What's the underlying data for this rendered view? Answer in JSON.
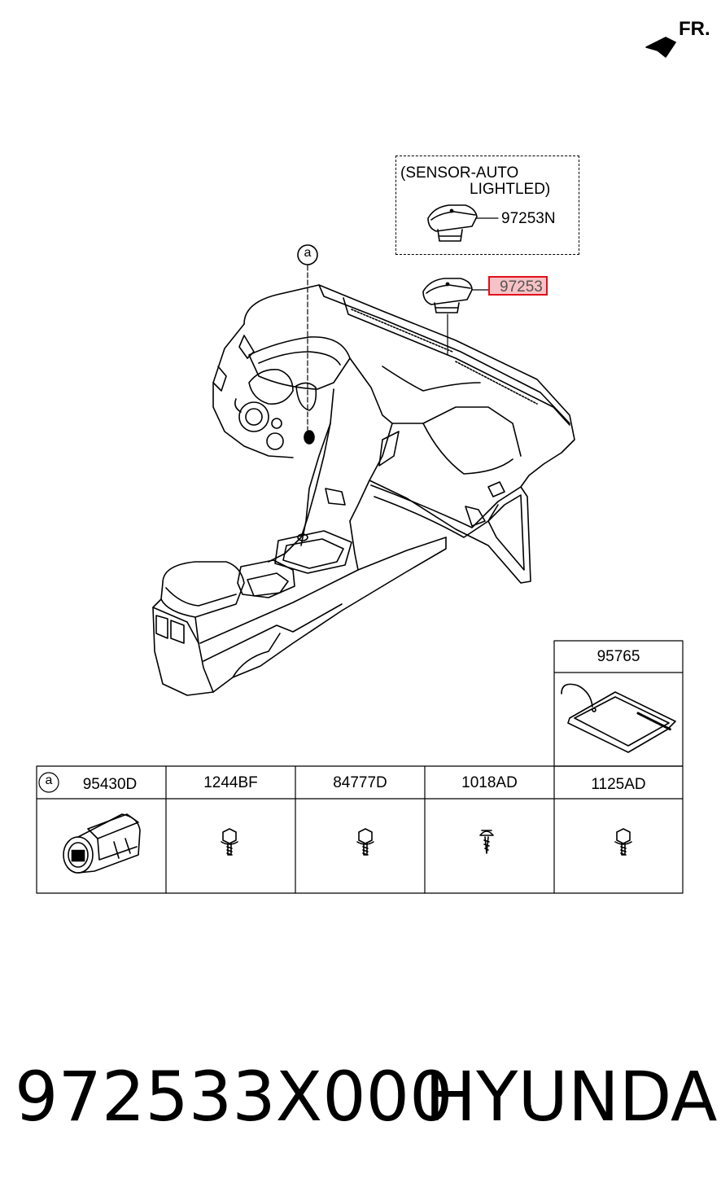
{
  "direction": {
    "label": "FR.",
    "icon": "front-arrow-icon"
  },
  "sensor_option": {
    "line1": "(SENSOR-AUTO",
    "line2": "LIGHTLED)",
    "part_number": "97253N"
  },
  "main_part": {
    "part_number": "97253",
    "highlight_color": "#e0101c"
  },
  "callout": {
    "letter": "a"
  },
  "label_card": {
    "part_number": "95765"
  },
  "parts_table": [
    {
      "ref": "a",
      "part_number": "95430D",
      "icon": "push-button-switch-icon"
    },
    {
      "ref": "",
      "part_number": "1244BF",
      "icon": "flange-bolt-icon"
    },
    {
      "ref": "",
      "part_number": "84777D",
      "icon": "flange-bolt-icon"
    },
    {
      "ref": "",
      "part_number": "1018AD",
      "icon": "tapping-screw-icon"
    },
    {
      "ref": "",
      "part_number": "1125AD",
      "icon": "flange-bolt-icon"
    }
  ],
  "footer": {
    "part_code": "972533X000",
    "brand": "HYUNDAI"
  }
}
